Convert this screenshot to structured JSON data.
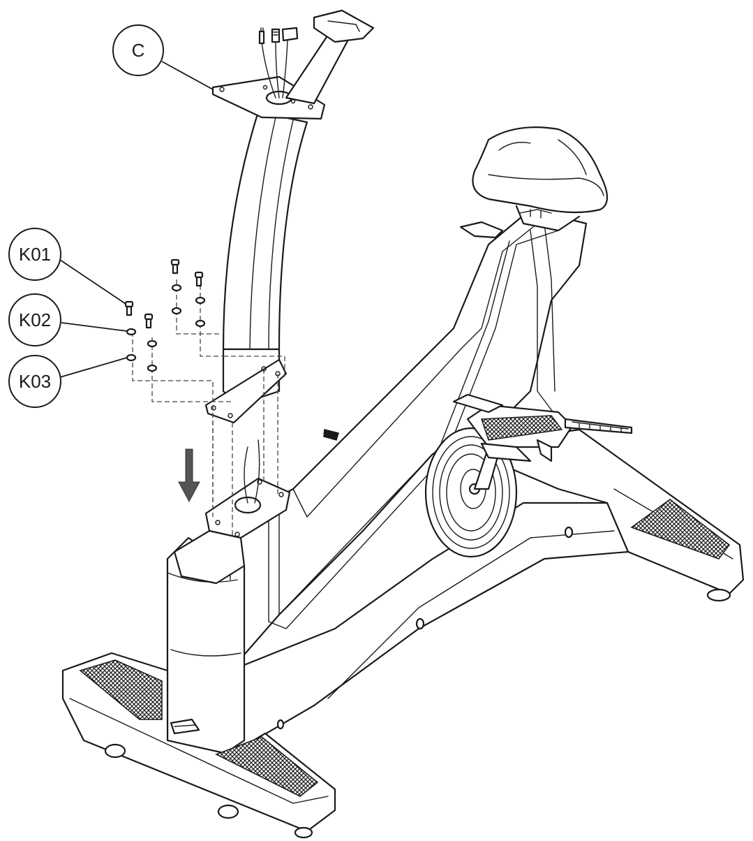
{
  "callouts": {
    "c": "C",
    "k01": "K01",
    "k02": "K02",
    "k03": "K03"
  },
  "colors": {
    "line": "#1a1a1a",
    "background": "#ffffff"
  }
}
